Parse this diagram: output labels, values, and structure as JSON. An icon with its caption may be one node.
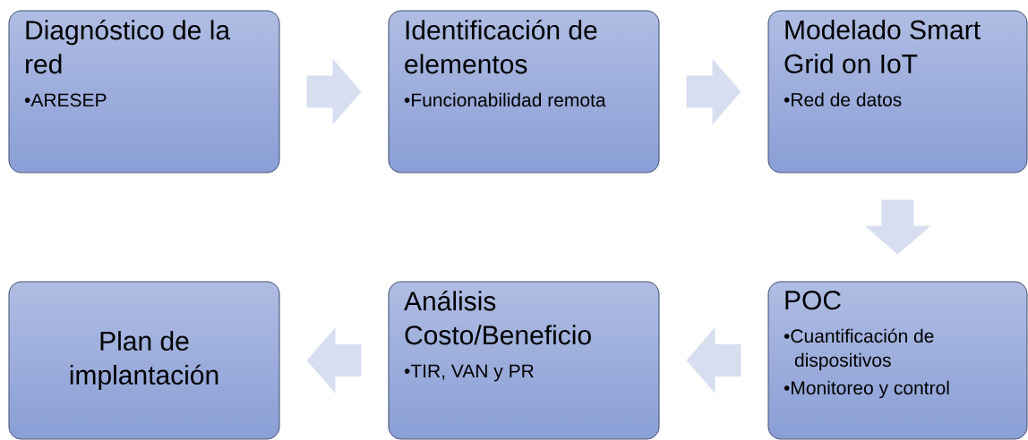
{
  "diagram": {
    "nodes": [
      {
        "text": [
          "Diagnóstico de la red",
          "•ARESEP"
        ]
      },
      {
        "text": [
          "Identificación de elementos",
          "•Funcionabilidad remota"
        ]
      },
      {
        "text": [
          "Modelado Smart Grid on IoT",
          "•Red de datos"
        ]
      },
      {
        "text": [
          "POC",
          "•Cuantificación de dispositivos",
          "•Monitoreo y control"
        ]
      },
      {
        "text": [
          "Análisis Costo/Beneficio",
          "•TIR, VAN y PR"
        ]
      },
      {
        "text": [
          "Plan de implantación"
        ]
      }
    ],
    "edges": [
      {
        "from": 0,
        "to": 1,
        "arrow": "to"
      },
      {
        "from": 1,
        "to": 2,
        "arrow": "to"
      },
      {
        "from": 2,
        "to": 3,
        "arrow": "to"
      },
      {
        "from": 3,
        "to": 4,
        "arrow": "to"
      },
      {
        "from": 4,
        "to": 5,
        "arrow": "to"
      }
    ]
  }
}
